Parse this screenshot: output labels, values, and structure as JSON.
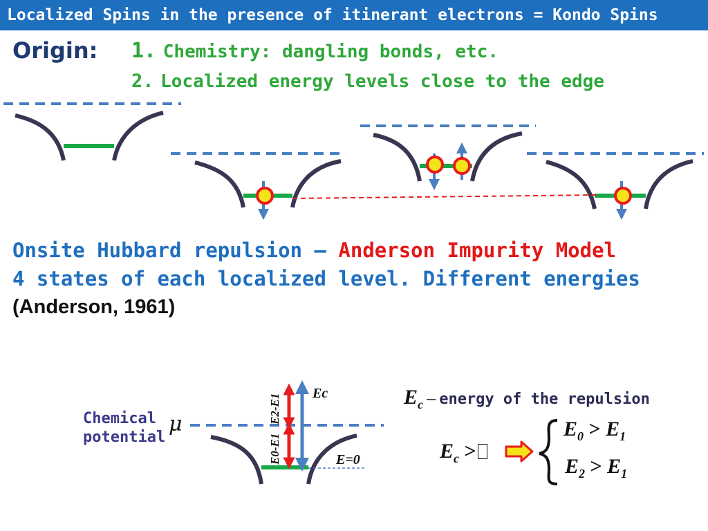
{
  "header": {
    "title": "Localized Spins in the presence of itinerant electrons = Kondo Spins"
  },
  "origin": {
    "label": "Origin:",
    "items": [
      {
        "num": "1.",
        "text": "Chemistry: dangling bonds, etc."
      },
      {
        "num": "2.",
        "text": "Localized energy levels close to the edge"
      }
    ]
  },
  "body": {
    "line1_blue": "Onsite Hubbard repulsion –",
    "line1_red": "Anderson Impurity Model",
    "line2": "4 states of each localized level. Different energies",
    "line3": "(Anderson, 1961)"
  },
  "diagram": {
    "chemical_potential_label_1": "Chemical",
    "chemical_potential_label_2": "potential",
    "mu_symbol": "μ",
    "ec_label": "Ec",
    "e0_label": "E=0",
    "e2_e1_label": "E2-E1",
    "e0_e1_label": "E0-E1"
  },
  "definition": {
    "symbol": "E",
    "symbol_sub": "c",
    "dash": "–",
    "text": "energy of the repulsion"
  },
  "condition": {
    "lhs": "E",
    "lhs_sub": "c",
    "op": ">",
    "box": "",
    "ineq1": {
      "a": "E",
      "a_sub": "0",
      "op": ">",
      "b": "E",
      "b_sub": "1"
    },
    "ineq2": {
      "a": "E",
      "a_sub": "2",
      "op": ">",
      "b": "E",
      "b_sub": "1"
    }
  },
  "colors": {
    "header_bg": "#1f6fbf",
    "dash_blue": "#4a7fc1",
    "well": "#3a3550",
    "level_green": "#18a84a",
    "electron_fill": "#f5e31a",
    "electron_ring": "#e81c1c",
    "arrow_red": "#e81c1c"
  }
}
